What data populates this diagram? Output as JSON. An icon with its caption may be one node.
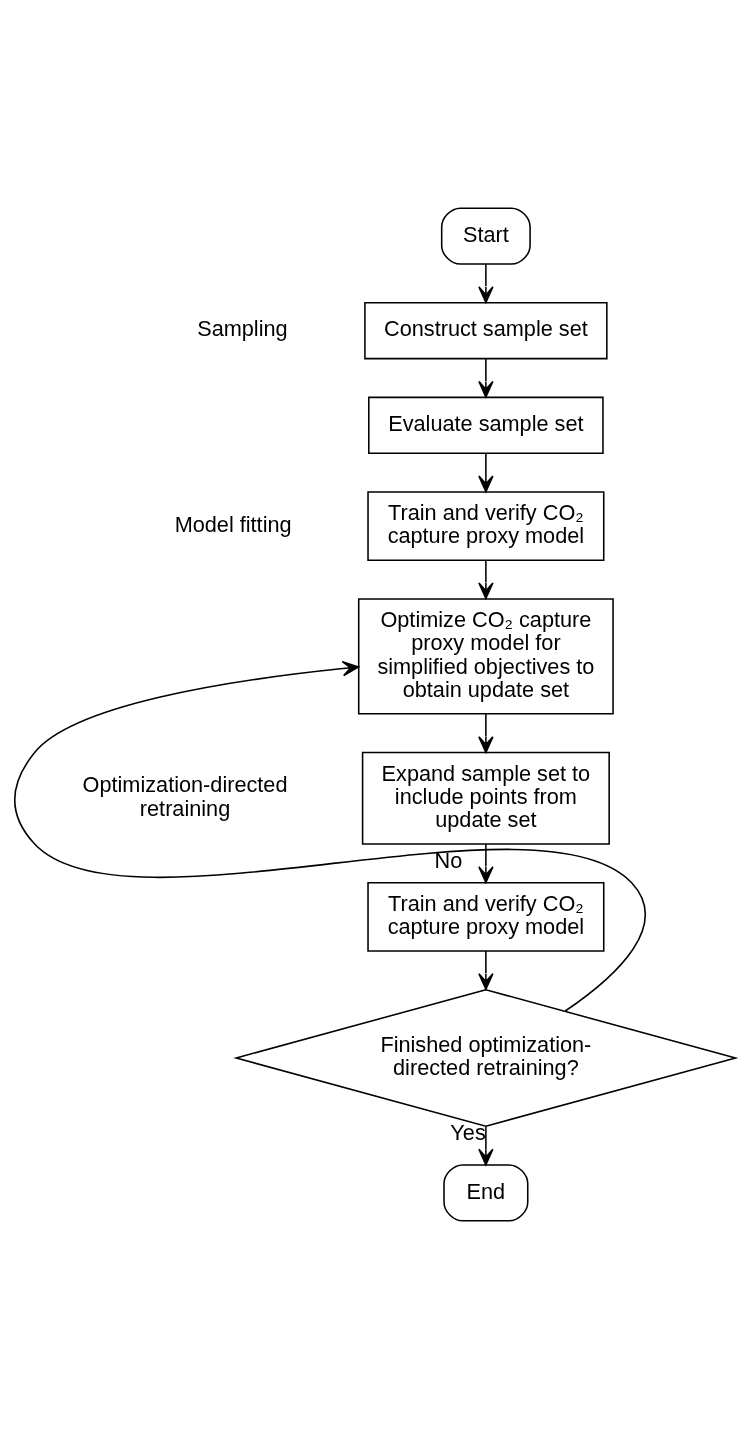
{
  "diagram": {
    "nodes": [
      {
        "text": [
          "Start"
        ]
      },
      {
        "text": [
          "Construct sample set"
        ]
      },
      {
        "text": [
          "Evaluate sample set"
        ]
      },
      {
        "text": [
          "Train and verify CO₂ capture proxy model"
        ]
      },
      {
        "text": [
          "Optimize CO₂ capture proxy model for simplified objectives to obtain update set"
        ]
      },
      {
        "text": [
          "Expand sample set to include points from update set"
        ]
      },
      {
        "text": [
          "Train and verify CO₂ capture proxy model"
        ]
      },
      {
        "text": [
          "Finished optimization-directed retraining?"
        ]
      },
      {
        "text": [
          "End"
        ]
      }
    ],
    "edges": [
      {
        "from": 0,
        "to": 1,
        "arrow": "to"
      },
      {
        "from": 1,
        "to": 2,
        "arrow": "to"
      },
      {
        "from": 2,
        "to": 3,
        "arrow": "to"
      },
      {
        "from": 3,
        "to": 4,
        "arrow": "to"
      },
      {
        "from": 4,
        "to": 5,
        "arrow": "to"
      },
      {
        "from": 5,
        "to": 6,
        "arrow": "to"
      },
      {
        "from": 6,
        "to": 7,
        "arrow": "to"
      },
      {
        "from": 7,
        "to": 4,
        "arrow": "to",
        "label": "No"
      },
      {
        "from": 7,
        "to": 8,
        "arrow": "to",
        "label": "Yes"
      }
    ],
    "labels": [
      "Sampling",
      "Model fitting",
      "Optimization-directed retraining"
    ]
  }
}
